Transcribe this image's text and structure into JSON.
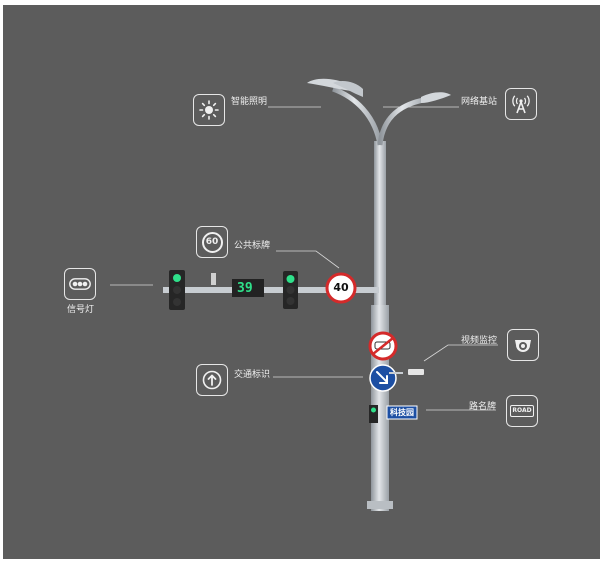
{
  "colors": {
    "background": "#5c5c5c",
    "pole": "#b9bec3",
    "line": "#d8d8d8",
    "sign_red": "#d42a2a",
    "sign_blue": "#1d4fa3"
  },
  "labels": {
    "smart_lighting": "智能照明",
    "network_base_station": "网络基站",
    "public_sign": "公共标牌",
    "traffic_light": "信号灯",
    "video_monitor": "视频监控",
    "traffic_sign": "交通标识",
    "road_sign": "路名牌"
  },
  "icons": {
    "smart_lighting": "sun-icon",
    "network_base_station": "antenna-icon",
    "public_sign": "speed-limit-icon",
    "traffic_light": "traffic-light-icon",
    "video_monitor": "camera-icon",
    "traffic_sign": "arrow-up-icon",
    "road_sign": "road-icon"
  },
  "icon_text": {
    "public_sign": "60",
    "road_sign": "ROAD"
  },
  "pole_items": {
    "speed_limit": "40",
    "countdown": "39",
    "road_name": "科技园"
  }
}
